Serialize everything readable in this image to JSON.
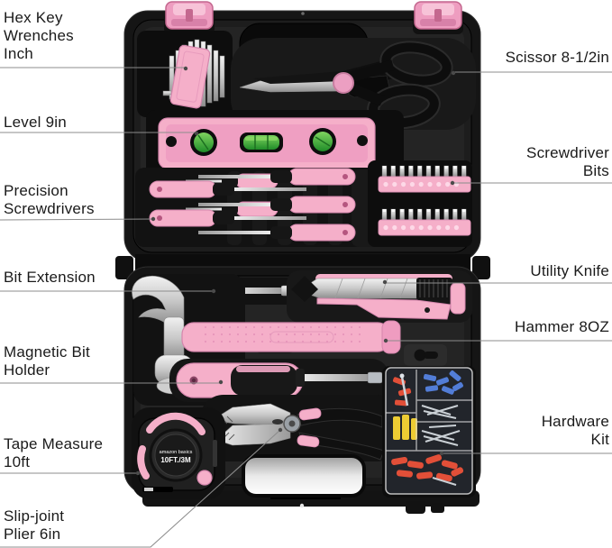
{
  "labels": {
    "hex_key_wrenches": "Hex Key\nWrenches\nInch",
    "level": "Level 9in",
    "precision_screwdrivers": "Precision\nScrewdrivers",
    "bit_extension": "Bit Extension",
    "magnetic_bit_holder": "Magnetic Bit\nHolder",
    "tape_measure": "Tape Measure\n10ft",
    "slip_joint_plier": "Slip-joint\nPlier 6in",
    "scissor": "Scissor 8-1/2in",
    "screwdriver_bits": "Screwdriver\nBits",
    "utility_knife": "Utility Knife",
    "hammer": "Hammer 8OZ",
    "hardware_kit": "Hardware\nKit"
  },
  "tape_measure_face": {
    "brand": "amazon basics",
    "size": "10FT./3M"
  },
  "colors": {
    "pink": "#f5afc9",
    "pink_dark": "#d77fa6",
    "case_black": "#161616",
    "vial_green": "#3aa83f",
    "anchor_red": "#e04028",
    "anchor_blue": "#4472d4",
    "anchor_yellow": "#ecc822",
    "label_text": "#1a1a1a",
    "callout_line": "#8c8c8c"
  }
}
